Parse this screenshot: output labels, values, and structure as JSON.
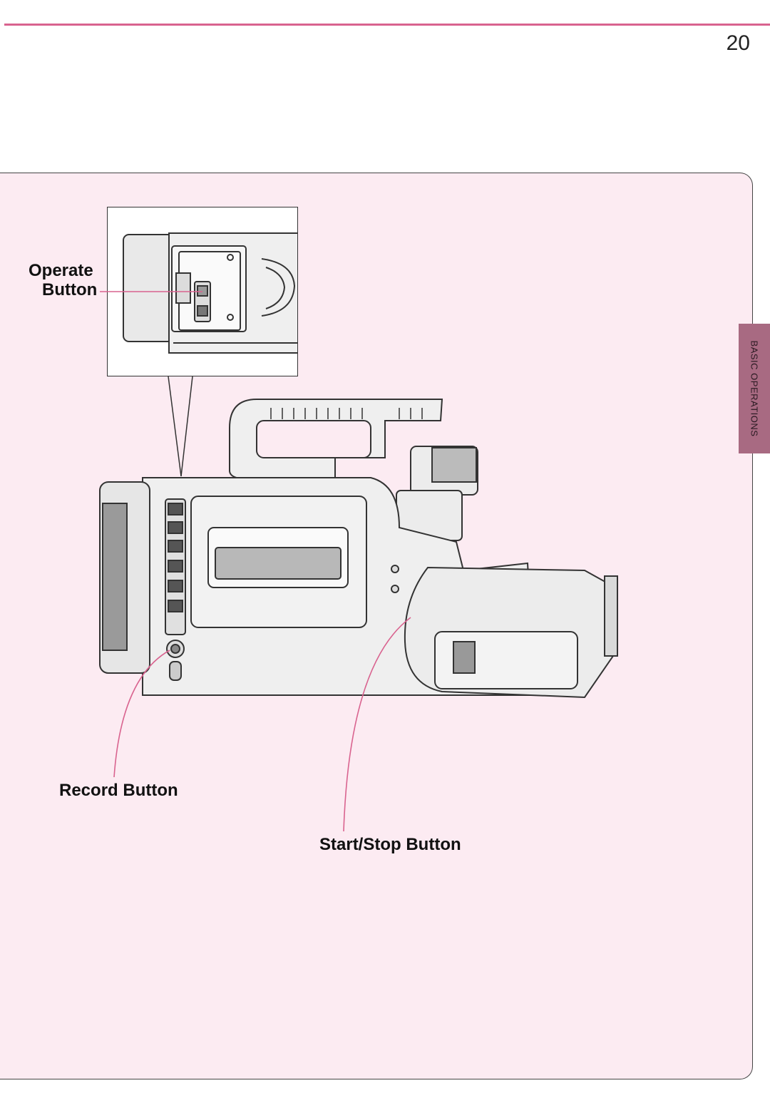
{
  "page": {
    "number": "20"
  },
  "side_tab": {
    "label": "BASIC OPERATIONS"
  },
  "labels": {
    "operate_line1": "Operate",
    "operate_line2": "Button",
    "record": "Record Button",
    "start_stop": "Start/Stop Button"
  },
  "colors": {
    "accent": "#d9638f",
    "panel_bg": "#fcebf2",
    "tab_bg": "#a86a82"
  }
}
